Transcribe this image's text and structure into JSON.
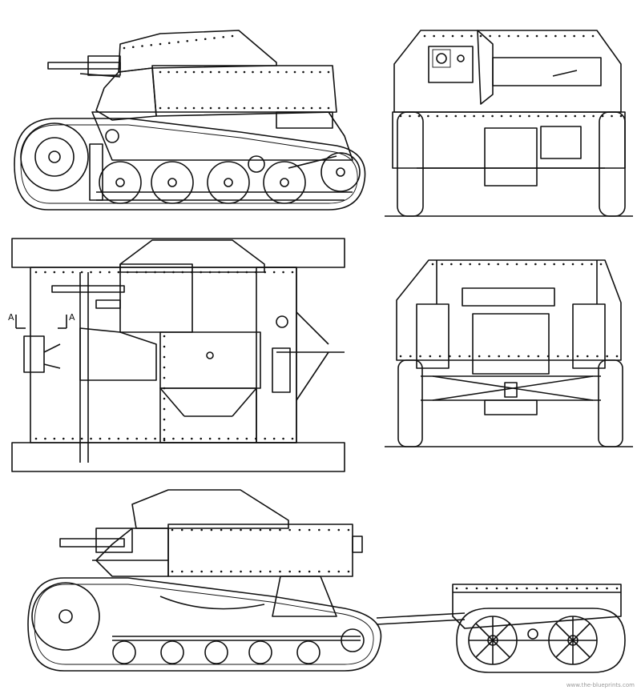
{
  "section_marks": {
    "left": "A",
    "right": "A"
  },
  "watermark": "www.the-blueprints.com",
  "colors": {
    "ink": "#111111",
    "paper": "#ffffff"
  }
}
